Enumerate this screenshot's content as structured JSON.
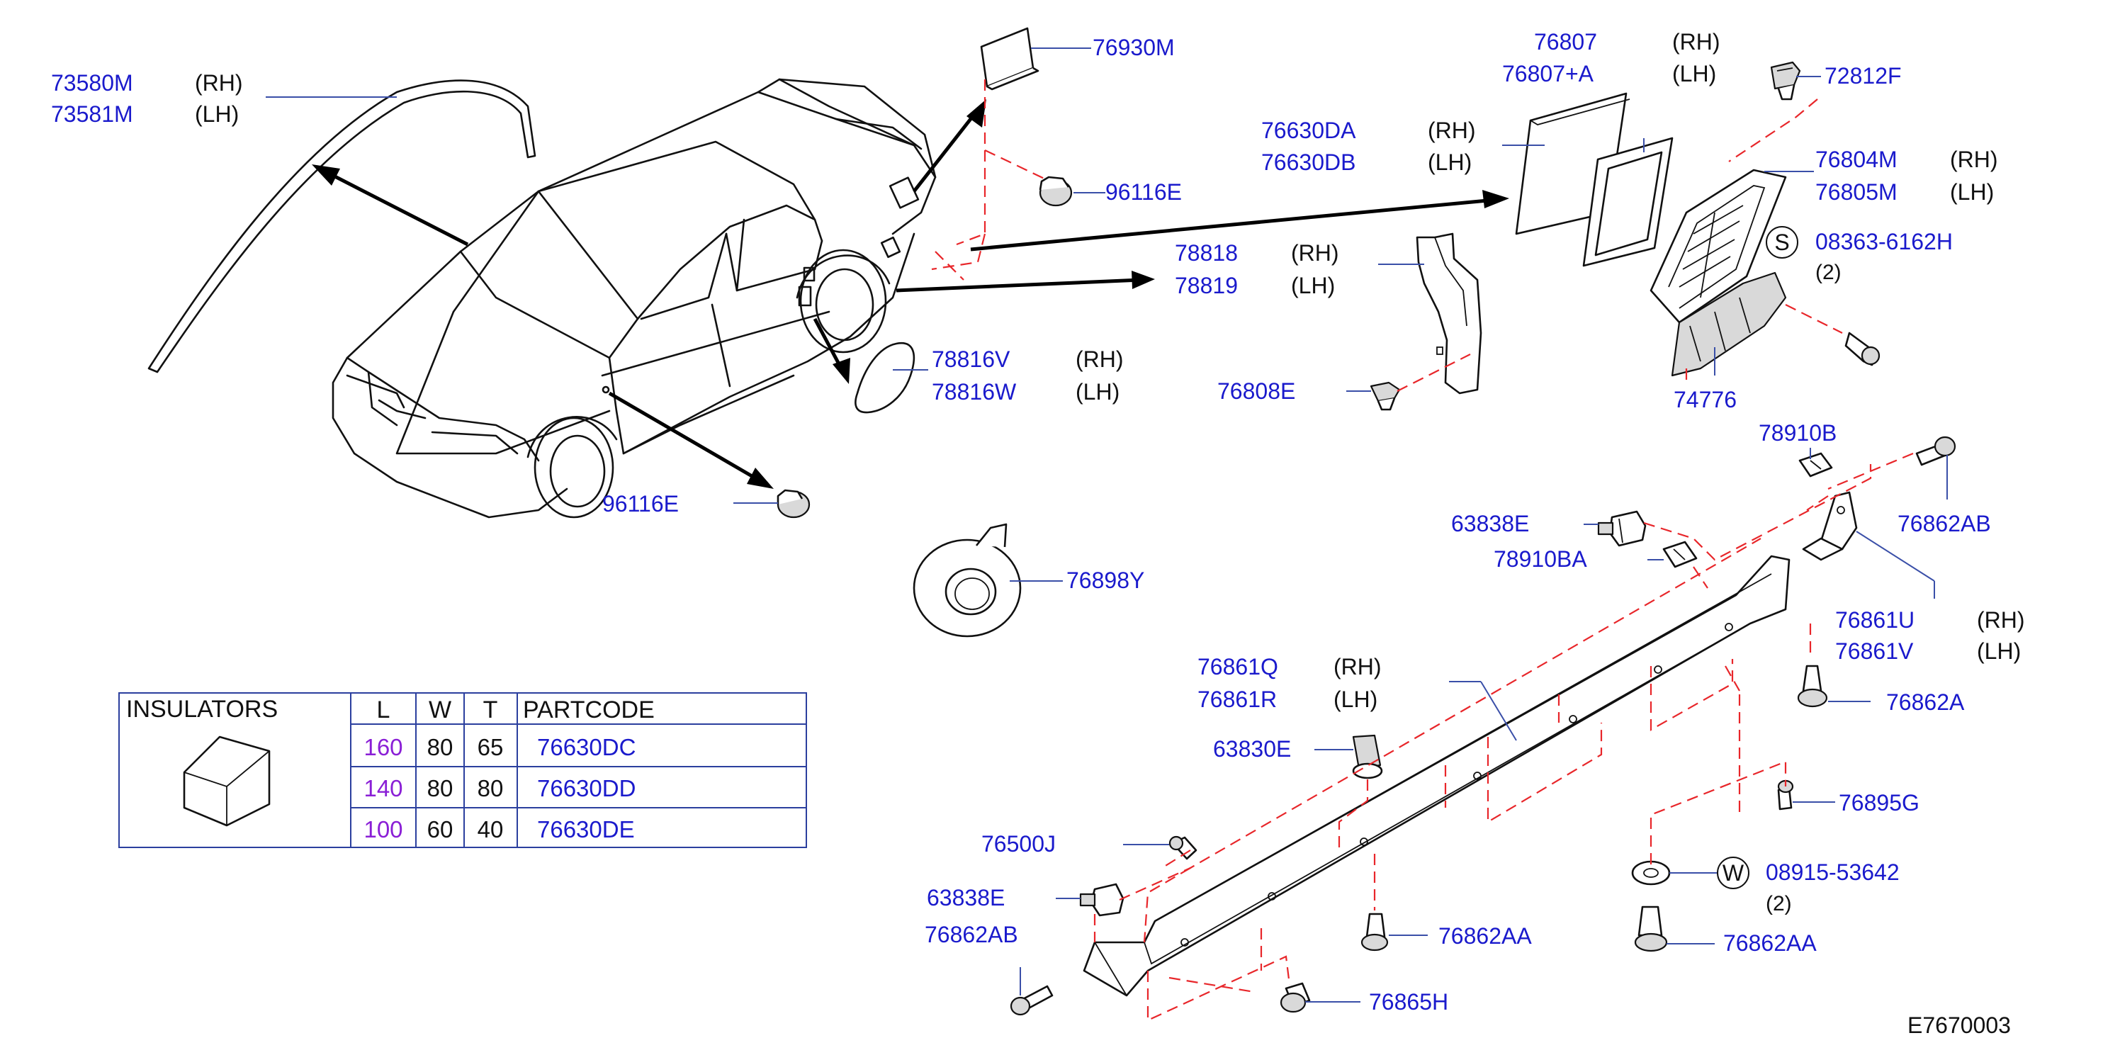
{
  "callouts": [
    {
      "id": "73580M",
      "code": "73580M",
      "side": "(RH)"
    },
    {
      "id": "73581M",
      "code": "73581M",
      "side": "(LH)"
    },
    {
      "id": "76930M",
      "code": "76930M"
    },
    {
      "id": "96116E-a",
      "code": "96116E"
    },
    {
      "id": "96116E-b",
      "code": "96116E"
    },
    {
      "id": "76807",
      "code": "76807",
      "side": "(RH)"
    },
    {
      "id": "76807A",
      "code": "76807+A",
      "side": "(LH)"
    },
    {
      "id": "72812F",
      "code": "72812F"
    },
    {
      "id": "76630DA",
      "code": "76630DA",
      "side": "(RH)"
    },
    {
      "id": "76630DB",
      "code": "76630DB",
      "side": "(LH)"
    },
    {
      "id": "76804M",
      "code": "76804M",
      "side": "(RH)"
    },
    {
      "id": "76805M",
      "code": "76805M",
      "side": "(LH)"
    },
    {
      "id": "08363",
      "code": "08363-6162H",
      "qty": "(2)",
      "symbol": "S"
    },
    {
      "id": "78818",
      "code": "78818",
      "side": "(RH)"
    },
    {
      "id": "78819",
      "code": "78819",
      "side": "(LH)"
    },
    {
      "id": "74776",
      "code": "74776"
    },
    {
      "id": "78816V",
      "code": "78816V",
      "side": "(RH)"
    },
    {
      "id": "78816W",
      "code": "78816W",
      "side": "(LH)"
    },
    {
      "id": "76808E",
      "code": "76808E"
    },
    {
      "id": "78910B",
      "code": "78910B"
    },
    {
      "id": "76862AB-a",
      "code": "76862AB"
    },
    {
      "id": "63838E-a",
      "code": "63838E"
    },
    {
      "id": "78910BA",
      "code": "78910BA"
    },
    {
      "id": "76898Y",
      "code": "76898Y"
    },
    {
      "id": "76861U",
      "code": "76861U",
      "side": "(RH)"
    },
    {
      "id": "76861V",
      "code": "76861V",
      "side": "(LH)"
    },
    {
      "id": "76861Q",
      "code": "76861Q",
      "side": "(RH)"
    },
    {
      "id": "76861R",
      "code": "76861R",
      "side": "(LH)"
    },
    {
      "id": "76862A",
      "code": "76862A"
    },
    {
      "id": "63830E",
      "code": "63830E"
    },
    {
      "id": "76895G",
      "code": "76895G"
    },
    {
      "id": "76500J",
      "code": "76500J"
    },
    {
      "id": "08915",
      "code": "08915-53642",
      "qty": "(2)",
      "symbol": "W"
    },
    {
      "id": "63838E-b",
      "code": "63838E"
    },
    {
      "id": "76862AA-a",
      "code": "76862AA"
    },
    {
      "id": "76862AA-b",
      "code": "76862AA"
    },
    {
      "id": "76862AB-b",
      "code": "76862AB"
    },
    {
      "id": "76865H",
      "code": "76865H"
    }
  ],
  "insulators": {
    "title": "INSULATORS",
    "headers": [
      "L",
      "W",
      "T",
      "PARTCODE"
    ],
    "rows": [
      {
        "L": "160",
        "W": "80",
        "T": "65",
        "code": "76630DC"
      },
      {
        "L": "140",
        "W": "80",
        "T": "80",
        "code": "76630DD"
      },
      {
        "L": "100",
        "W": "60",
        "T": "40",
        "code": "76630DE"
      }
    ]
  },
  "drawing_number": "E7670003",
  "colors": {
    "part_number": "#1a1acc",
    "leader": "#3a4fa8",
    "dashed_guide": "#e8262a",
    "table_border": "#2b3f9e",
    "length_value": "#8a1fd6"
  }
}
